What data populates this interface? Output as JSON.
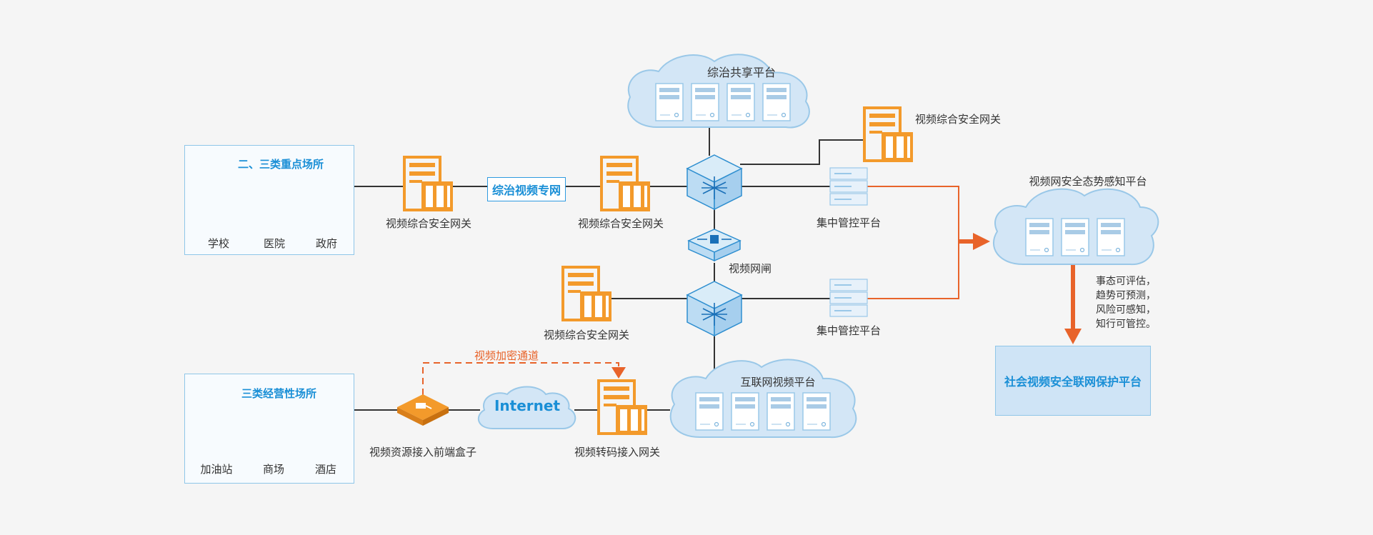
{
  "group1": {
    "title": "二、三类重点场所",
    "places": [
      "学校",
      "医院",
      "政府"
    ]
  },
  "group2": {
    "title": "三类经营性场所",
    "places": [
      "加油站",
      "商场",
      "酒店"
    ]
  },
  "clouds": {
    "share": "综治共享平台",
    "internet_platform": "互联网视频平台",
    "internet": "Internet",
    "awareness": "视频网安全态势感知平台"
  },
  "network": {
    "special": "综治视频专网"
  },
  "gateways": {
    "g1": "视频综合安全网关",
    "g2": "视频综合安全网关",
    "g3": "视频综合安全网关",
    "g4": "视频综合安全网关",
    "transcode": "视频转码接入网关"
  },
  "devices": {
    "mgmt_top": "集中管控平台",
    "mgmt_bottom": "集中管控平台",
    "netgate": "视频网闸",
    "frontend_box": "视频资源接入前端盒子",
    "encrypted_channel": "视频加密通道"
  },
  "notes": [
    "事态可评估，",
    "趋势可预测，",
    "风险可感知，",
    "知行可管控。"
  ],
  "protect_platform": "社会视频安全联网保护平台",
  "colors": {
    "orange": "#f39a2b",
    "accent_orange": "#e8632a",
    "blue": "#1a8fd6",
    "cloud_fill": "#d3e6f6",
    "cloud_stroke": "#9ac8e8",
    "line": "#333333"
  }
}
